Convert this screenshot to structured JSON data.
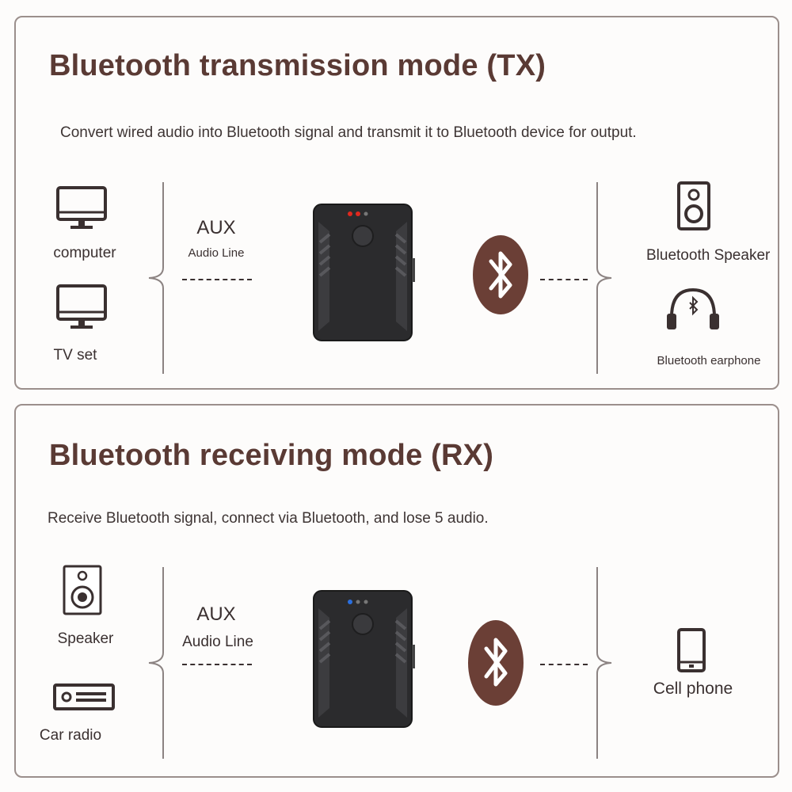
{
  "tx": {
    "title": "Bluetooth transmission mode (TX)",
    "description": "Convert wired audio into Bluetooth signal and transmit it to Bluetooth device for output.",
    "sources": [
      {
        "label": "computer",
        "icon": "monitor-icon"
      },
      {
        "label": "TV set",
        "icon": "tv-icon"
      }
    ],
    "aux_label": "AUX",
    "aux_sub": "Audio Line",
    "targets": [
      {
        "label": "Bluetooth Speaker",
        "icon": "speaker-icon"
      },
      {
        "label": "Bluetooth earphone",
        "icon": "headphones-icon"
      }
    ],
    "led_color": "#e0281e"
  },
  "rx": {
    "title": "Bluetooth receiving mode (RX)",
    "description": "Receive Bluetooth signal, connect via Bluetooth, and lose 5 audio.",
    "sources": [
      {
        "label": "Speaker",
        "icon": "hifi-speaker-icon"
      },
      {
        "label": "Car radio",
        "icon": "car-radio-icon"
      }
    ],
    "aux_label": "AUX",
    "aux_sub": "Audio Line",
    "targets": [
      {
        "label": "Cell phone",
        "icon": "phone-icon"
      }
    ],
    "led_color": "#2a6fe0"
  },
  "colors": {
    "accent": "#6b3f36",
    "text": "#3a3030",
    "device": "#2b2b2d"
  }
}
